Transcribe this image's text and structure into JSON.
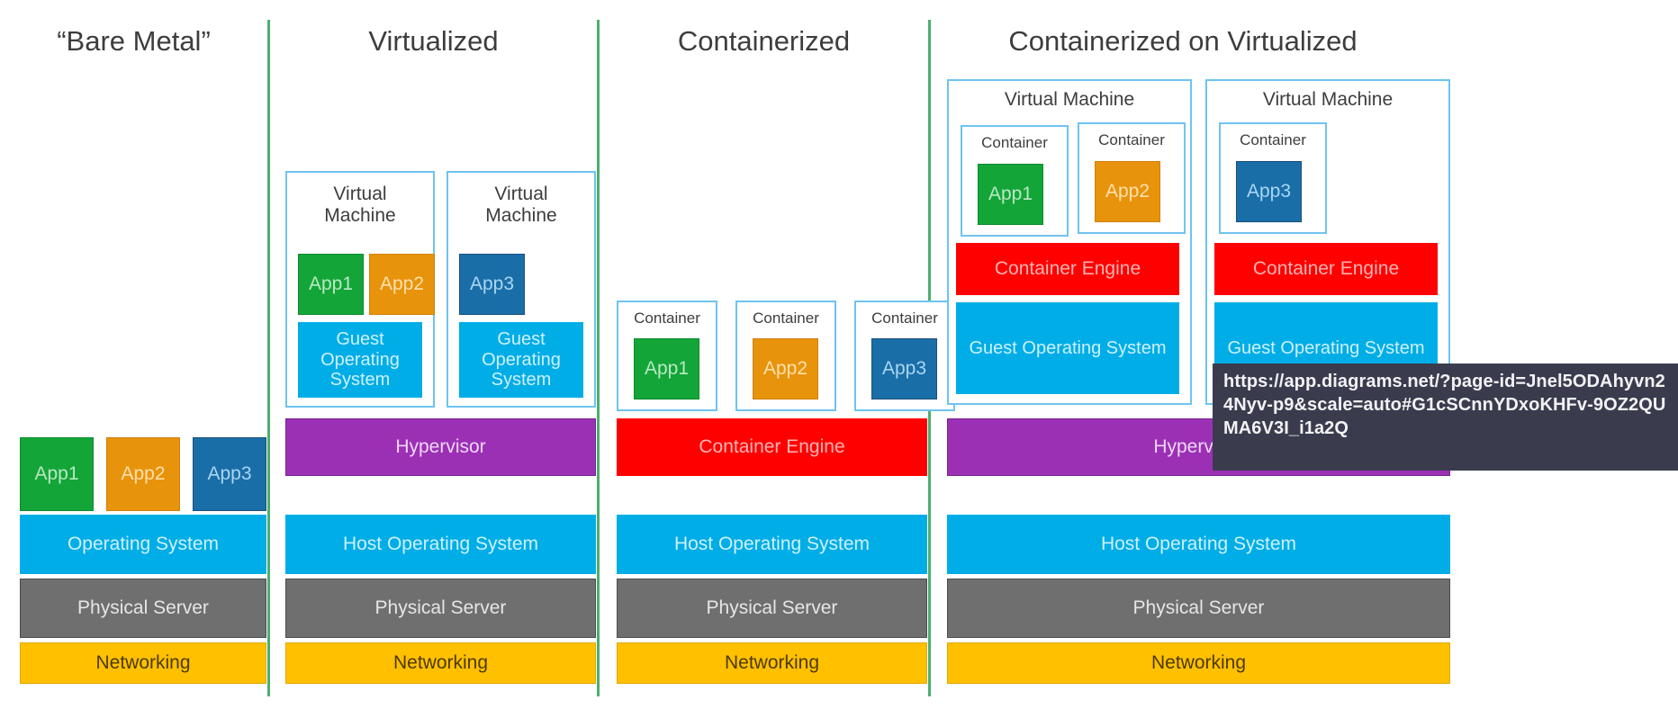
{
  "diagram": {
    "title_row": {
      "columns": [
        {
          "id": "bare-metal",
          "title": "“Bare Metal”"
        },
        {
          "id": "virtualized",
          "title": "Virtualized"
        },
        {
          "id": "containerized",
          "title": "Containerized"
        },
        {
          "id": "containerized-on-virtualized",
          "title": "Containerized on Virtualized"
        }
      ]
    },
    "labels": {
      "app1": "App1",
      "app2": "App2",
      "app3": "App3",
      "operating_system": "Operating System",
      "host_operating_system": "Host Operating System",
      "guest_operating_system": "Guest Operating System",
      "physical_server": "Physical Server",
      "networking": "Networking",
      "hypervisor": "Hypervisor",
      "container_engine": "Container Engine",
      "virtual_machine": "Virtual\nMachine",
      "virtual_machine_inline": "Virtual Machine",
      "container": "Container"
    },
    "colors": {
      "app_green": "#13a538",
      "app_orange": "#e8930c",
      "app_blue": "#1a6ea8",
      "operating_system": "#00ade6",
      "physical_server": "#6f6f6f",
      "networking": "#ffc000",
      "hypervisor": "#9b30b5",
      "container_engine": "#ff0000",
      "frame_border": "#6fc3f0",
      "divider": "#4caf6e",
      "tooltip_background": "#3a3c4e"
    }
  },
  "tooltip": {
    "name": "status-bar-url",
    "url": "https://app.diagrams.net/?page-id=Jnel5ODAhyvn24Nyv-p9&scale=auto#G1cSCnnYDxoKHFv-9OZ2QUMA6V3I_i1a2Q"
  }
}
